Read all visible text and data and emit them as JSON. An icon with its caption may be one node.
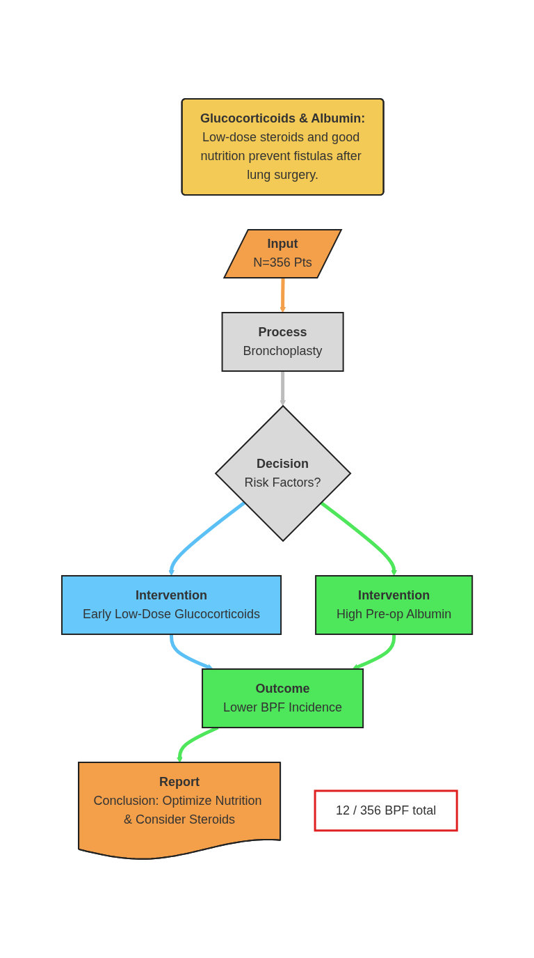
{
  "diagram": {
    "nodes": [
      {
        "text": [
          "Glucocorticoids & Albumin:",
          "Low-dose steroids and good nutrition prevent fistulas after lung surgery."
        ]
      },
      {
        "text": [
          "Input",
          "N=356 Pts"
        ]
      },
      {
        "text": [
          "Process",
          "Bronchoplasty"
        ]
      },
      {
        "text": [
          "Decision",
          "Risk Factors?"
        ]
      },
      {
        "text": [
          "Intervention",
          "Early Low-Dose Glucocorticoids"
        ]
      },
      {
        "text": [
          "Intervention",
          "High Pre-op Albumin"
        ]
      },
      {
        "text": [
          "Outcome",
          "Lower BPF Incidence"
        ]
      },
      {
        "text": [
          "12 / 356 BPF total"
        ]
      },
      {
        "text": [
          "Report",
          "Conclusion: Optimize Nutrition & Consider Steroids"
        ]
      }
    ],
    "edges": [
      {
        "from": 1,
        "to": 2,
        "arrow": "to",
        "color": "#f4a04a"
      },
      {
        "from": 2,
        "to": 3,
        "arrow": "to",
        "color": "#bdbdbd"
      },
      {
        "from": 3,
        "to": 4,
        "arrow": "to",
        "color": "#5bc0f5"
      },
      {
        "from": 3,
        "to": 5,
        "arrow": "to"
      },
      {
        "from": 4,
        "to": 6,
        "arrow": "to",
        "color": "#5bc0f5"
      },
      {
        "from": 5,
        "to": 6,
        "arrow": "to"
      },
      {
        "from": 6,
        "to": 8,
        "arrow": "to"
      }
    ]
  }
}
